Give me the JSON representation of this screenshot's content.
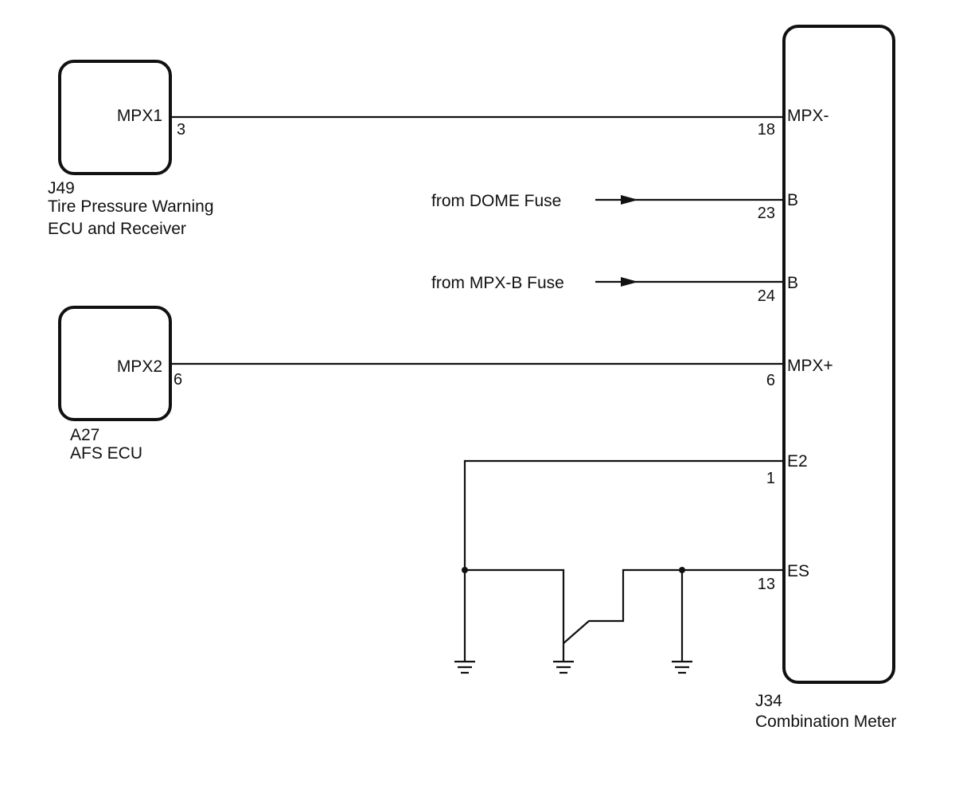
{
  "components": {
    "tpw": {
      "code": "J49",
      "name_line1": "Tire Pressure Warning",
      "name_line2": "ECU and Receiver",
      "terminal": "MPX1",
      "pin": "3"
    },
    "afs": {
      "code": "A27",
      "name": "AFS ECU",
      "terminal": "MPX2",
      "pin": "6"
    },
    "meter": {
      "code": "J34",
      "name": "Combination Meter",
      "terminals": [
        {
          "label": "MPX-",
          "pin": "18"
        },
        {
          "label": "B",
          "pin": "23"
        },
        {
          "label": "B",
          "pin": "24"
        },
        {
          "label": "MPX+",
          "pin": "6"
        },
        {
          "label": "E2",
          "pin": "1"
        },
        {
          "label": "ES",
          "pin": "13"
        }
      ]
    }
  },
  "power_sources": [
    {
      "label": "from DOME Fuse"
    },
    {
      "label": "from MPX-B Fuse"
    }
  ]
}
